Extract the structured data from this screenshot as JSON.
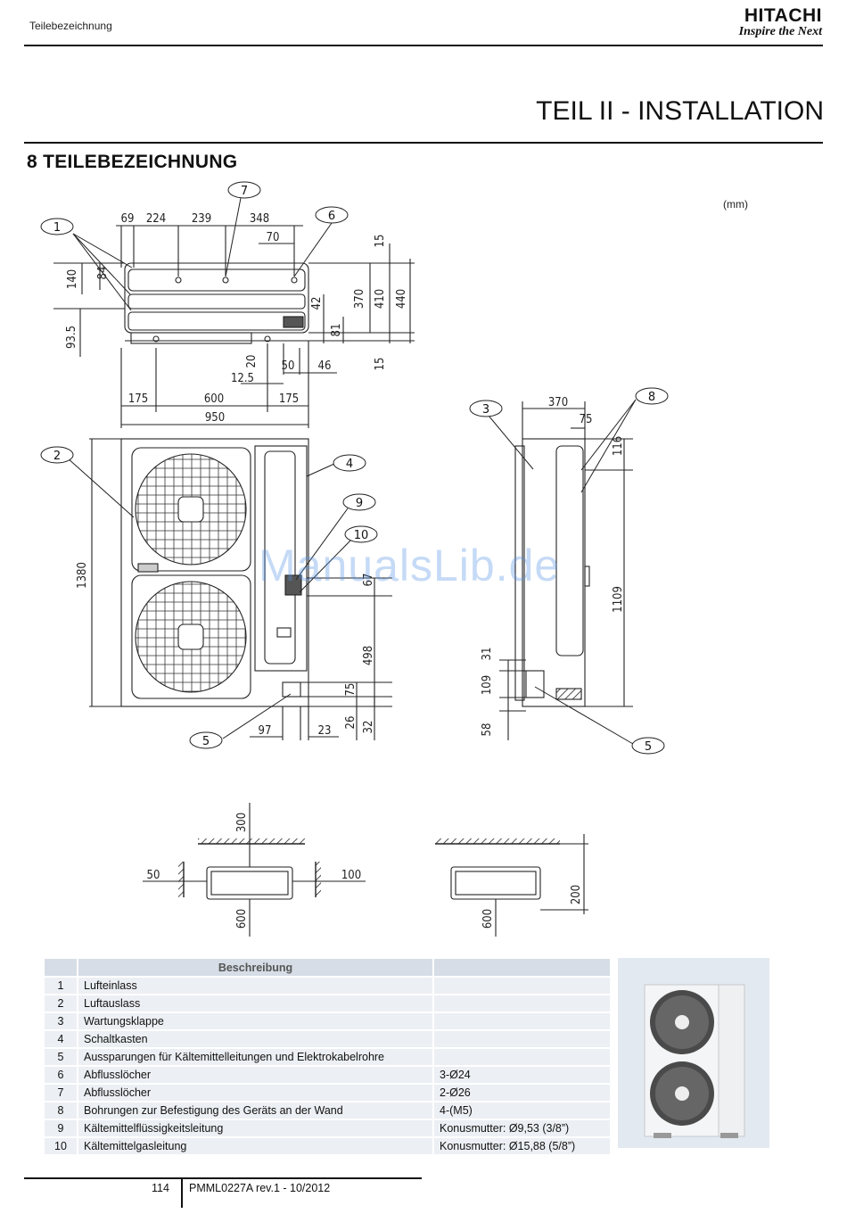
{
  "header": {
    "running_title": "Teilebezeichnung",
    "brand": "HITACHI",
    "tagline": "Inspire the Next"
  },
  "part_title": "TEIL II - INSTALLATION",
  "section_title": "8  TEILEBEZEICHNUNG",
  "unit_label": "(mm)",
  "watermark": "ManualsLib.de",
  "drawing": {
    "callouts": [
      "1",
      "2",
      "3",
      "4",
      "5",
      "6",
      "7",
      "8",
      "9",
      "10"
    ],
    "dims_top_view": [
      "69",
      "224",
      "239",
      "348",
      "70",
      "15",
      "370",
      "410",
      "440",
      "140",
      "84",
      "93.5",
      "42",
      "81",
      "15",
      "20",
      "12.5",
      "50",
      "46",
      "175",
      "600",
      "175",
      "950"
    ],
    "dims_front_view": [
      "1380",
      "67",
      "498",
      "75",
      "97",
      "23",
      "26",
      "32"
    ],
    "dims_side_view": [
      "370",
      "75",
      "116",
      "1109",
      "31",
      "109",
      "58"
    ],
    "dims_clearance": [
      "300",
      "50",
      "100",
      "600",
      "600",
      "200"
    ]
  },
  "table": {
    "header": [
      "",
      "Beschreibung",
      ""
    ],
    "rows": [
      {
        "num": "1",
        "desc": "Lufteinlass",
        "spec": ""
      },
      {
        "num": "2",
        "desc": "Luftauslass",
        "spec": ""
      },
      {
        "num": "3",
        "desc": "Wartungsklappe",
        "spec": ""
      },
      {
        "num": "4",
        "desc": "Schaltkasten",
        "spec": ""
      },
      {
        "num": "5",
        "desc": "Aussparungen für Kältemittelleitungen und Elektrokabelrohre",
        "spec": ""
      },
      {
        "num": "6",
        "desc": "Abflusslöcher",
        "spec": "3-Ø24"
      },
      {
        "num": "7",
        "desc": "Abflusslöcher",
        "spec": "2-Ø26"
      },
      {
        "num": "8",
        "desc": "Bohrungen zur Befestigung des Geräts an der Wand",
        "spec": "4-(M5)"
      },
      {
        "num": "9",
        "desc": "Kältemittelflüssigkeitsleitung",
        "spec": "Konusmutter: Ø9,53 (3/8”)"
      },
      {
        "num": "10",
        "desc": "Kältemittelgasleitung",
        "spec": "Konusmutter: Ø15,88 (5/8”)"
      }
    ]
  },
  "footer": {
    "page_number": "114",
    "doc_ref": "PMML0227A rev.1 - 10/2012"
  }
}
